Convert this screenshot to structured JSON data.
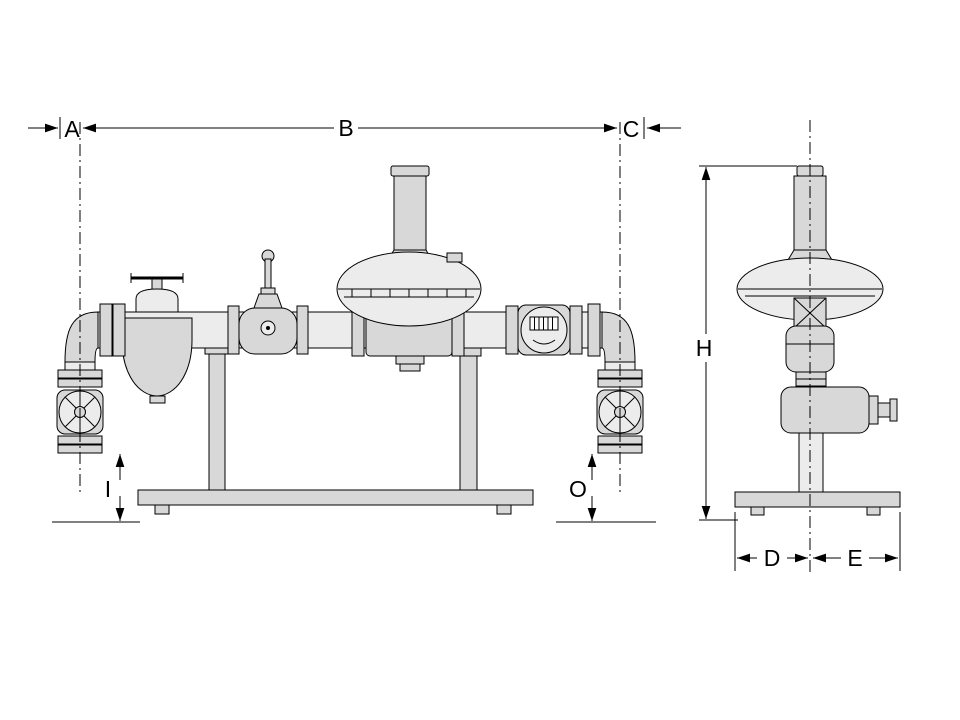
{
  "labels": {
    "a": "A",
    "b": "B",
    "c": "C",
    "h": "H",
    "i": "I",
    "o": "O",
    "d": "D",
    "e": "E"
  },
  "colors": {
    "line": "#000000",
    "metal": "#d8d8d8",
    "metal_light": "#ececec",
    "part_white": "#fafafa",
    "background": "#ffffff"
  }
}
